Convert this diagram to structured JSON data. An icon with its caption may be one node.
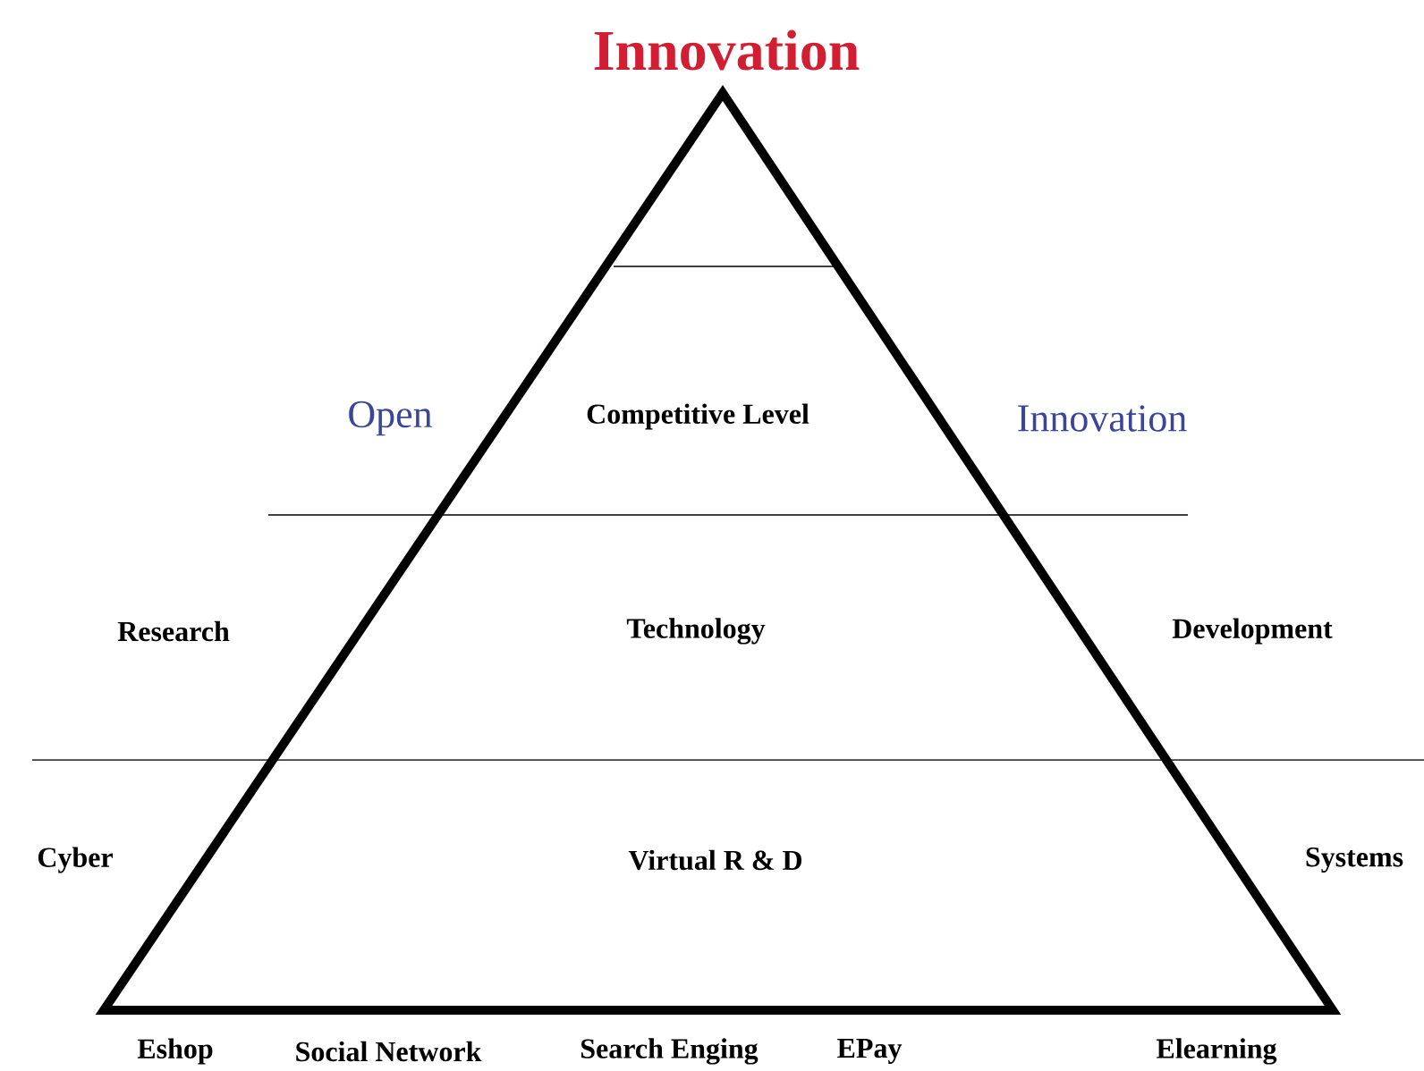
{
  "diagram": {
    "title": "Innovation",
    "labels": [
      "Open",
      "Competitive Level",
      "Innovation",
      "Research",
      "Technology",
      "Development",
      "Cyber",
      "Virtual R & D",
      "Systems",
      "Eshop",
      "Social Network",
      "Search Enging",
      "EPay",
      "Elearning"
    ]
  }
}
